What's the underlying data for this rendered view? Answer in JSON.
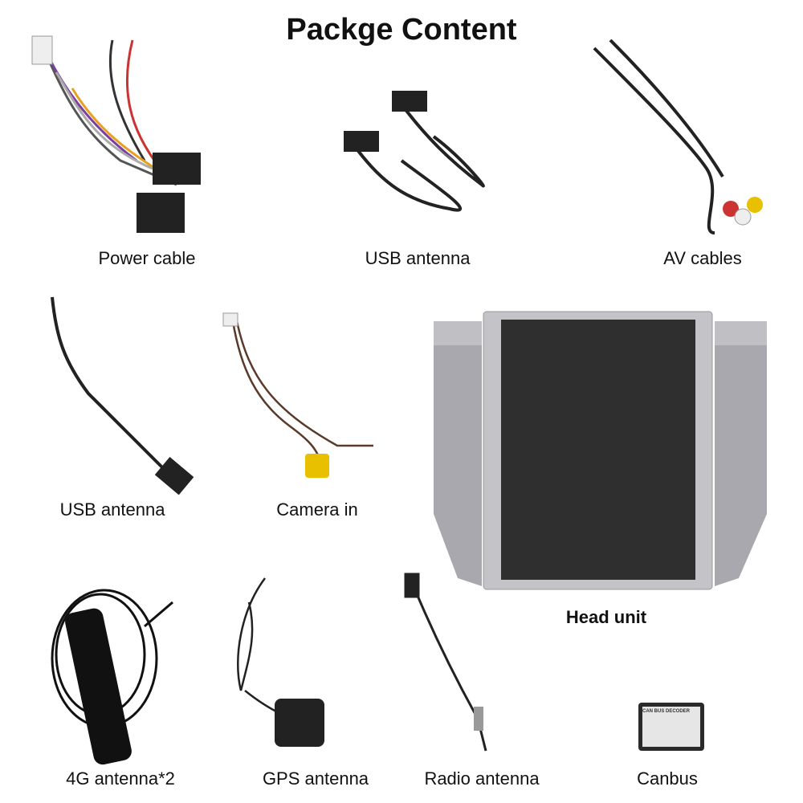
{
  "title": "Packge Content",
  "items": [
    {
      "label": "Power cable"
    },
    {
      "label": "USB antenna"
    },
    {
      "label": "AV cables"
    },
    {
      "label": "USB antenna"
    },
    {
      "label": "Camera in"
    },
    {
      "label": "Head unit"
    },
    {
      "label": "4G antenna*2"
    },
    {
      "label": "GPS antenna"
    },
    {
      "label": "Radio antenna"
    },
    {
      "label": "Canbus"
    }
  ],
  "canbus_device_label": "CAN BUS DECODER"
}
